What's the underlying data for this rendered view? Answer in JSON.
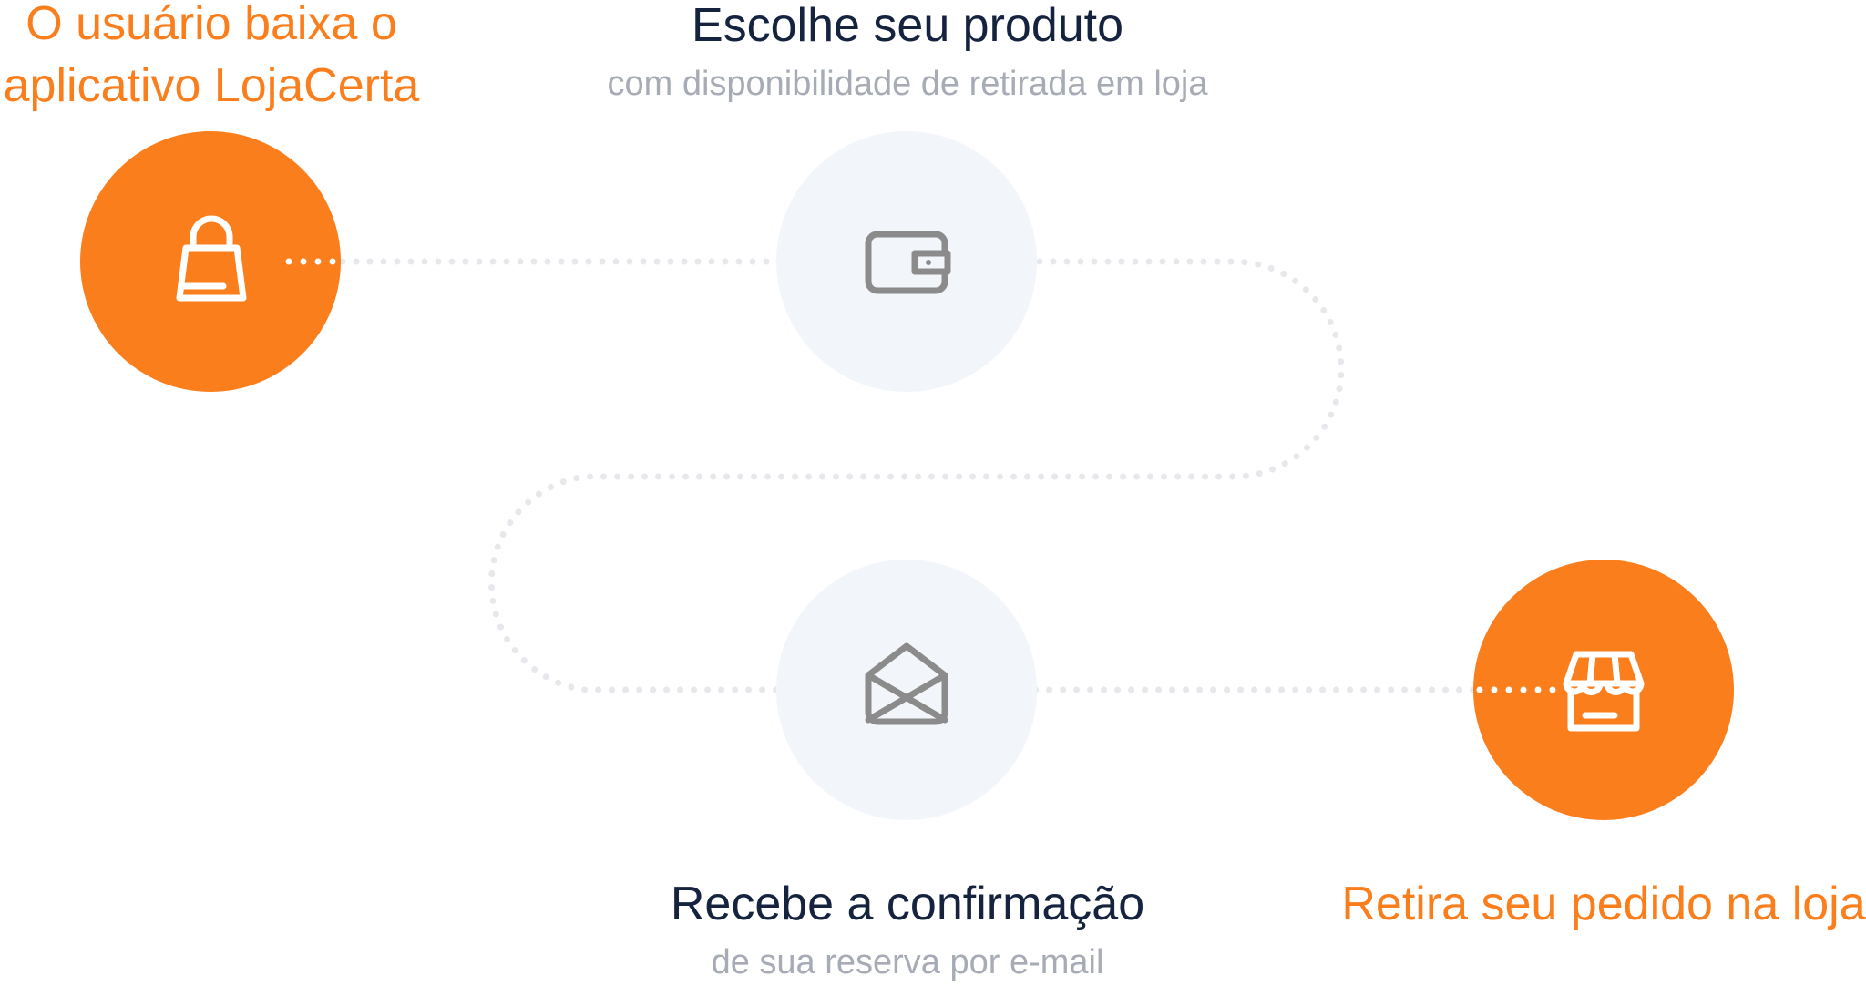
{
  "steps": [
    {
      "title_line1": "O usuário baixa o",
      "title_line2": "aplicativo LojaCerta",
      "icon": "shopping-bag-icon",
      "active": true
    },
    {
      "title": "Escolhe seu produto",
      "subtitle": "com disponibilidade de retirada em loja",
      "icon": "wallet-icon",
      "active": false
    },
    {
      "title": "Recebe a confirmação",
      "subtitle": "de sua reserva por e-mail",
      "icon": "open-envelope-icon",
      "active": false
    },
    {
      "title": "Retira seu pedido na loja",
      "icon": "storefront-icon",
      "active": true
    }
  ],
  "colors": {
    "accent": "#fb7e1d",
    "inactive_circle": "#f2f5fa",
    "inactive_icon": "#8b8b8b",
    "path_dots": "#e6e8ec",
    "title_dark": "#15233f",
    "subtitle_grey": "#a6abb5"
  }
}
